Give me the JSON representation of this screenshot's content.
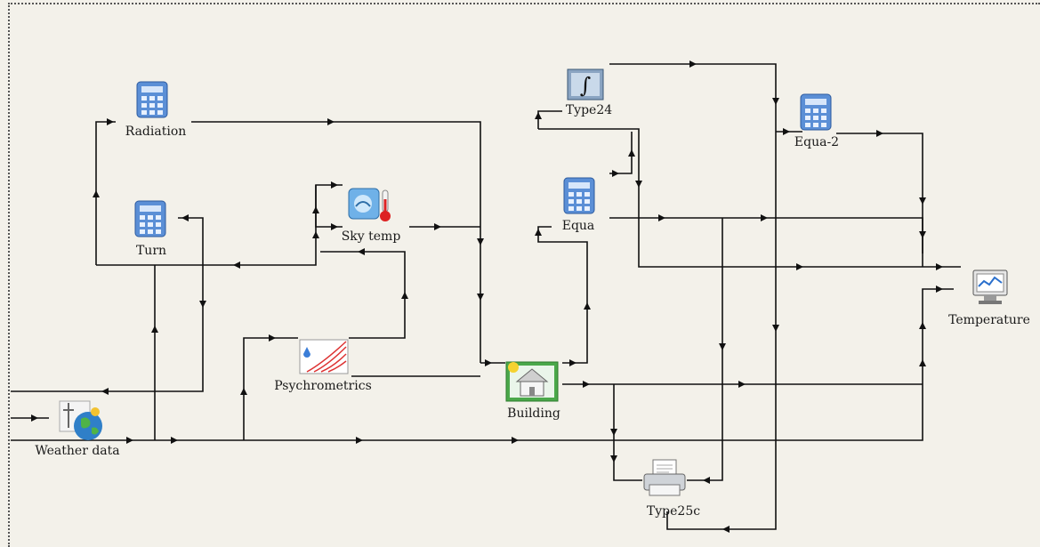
{
  "components": {
    "radiation": {
      "label": "Radiation",
      "icon": "calculator-icon"
    },
    "turn": {
      "label": "Turn",
      "icon": "calculator-icon"
    },
    "sky_temp": {
      "label": "Sky temp",
      "icon": "sky-thermometer-icon"
    },
    "psychrometrics": {
      "label": "Psychrometrics",
      "icon": "psychrometric-chart-icon"
    },
    "weather_data": {
      "label": "Weather data",
      "icon": "globe-weather-icon"
    },
    "building": {
      "label": "Building",
      "icon": "house-icon"
    },
    "type24": {
      "label": "Type24",
      "icon": "integrator-icon",
      "symbol": "∫"
    },
    "equa": {
      "label": "Equa",
      "icon": "calculator-icon"
    },
    "equa2": {
      "label": "Equa-2",
      "icon": "calculator-icon"
    },
    "temperature": {
      "label": "Temperature",
      "icon": "plotter-monitor-icon"
    },
    "type25c": {
      "label": "Type25c",
      "icon": "printer-icon"
    }
  },
  "colors": {
    "background": "#f3f1ea",
    "wire": "#111111",
    "calc_blue": "#5b8fd6",
    "building_green": "#4aa84a"
  }
}
